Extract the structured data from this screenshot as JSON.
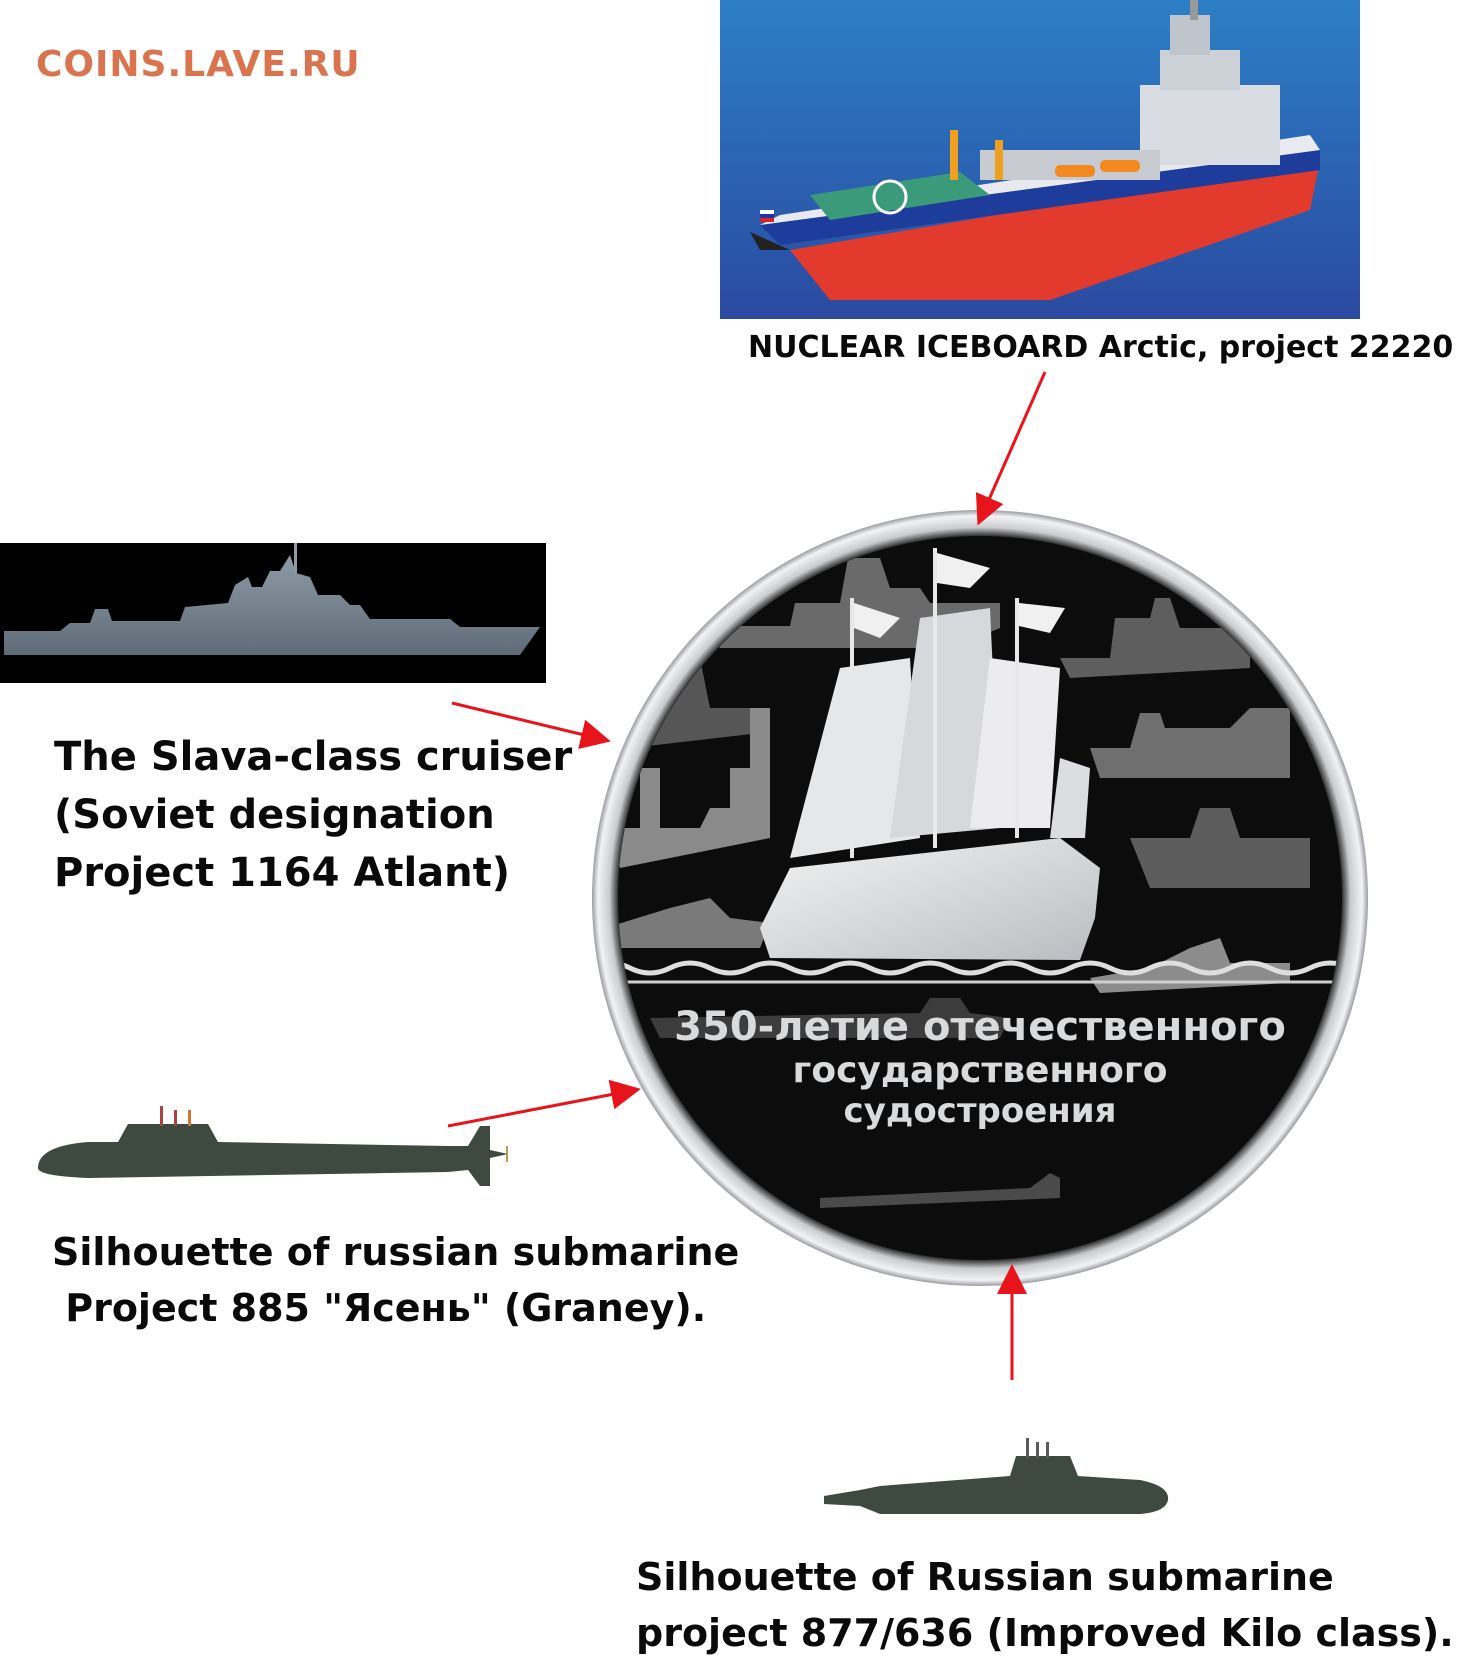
{
  "watermark": "COINS.LAVE.RU",
  "captions": {
    "icebreaker": "NUCLEAR ICEBOARD Arctic, project 22220",
    "slava": [
      "The Slava-class cruiser",
      "(Soviet designation",
      "Project 1164 Atlant)"
    ],
    "yasen": [
      "Silhouette of russian submarine",
      " Project 885 \"Ясень\" (Graney)."
    ],
    "kilo": [
      "Silhouette of Russian submarine",
      "project 877/636 (Improved Kilo class)."
    ]
  },
  "coin": {
    "inscription": [
      "350-летие отечественного",
      "государственного",
      "судостроения"
    ]
  },
  "colors": {
    "watermark": "#d9744f",
    "arrow": "#e8141b",
    "coin_field": "#0c0c0c",
    "submarine": "#3e4a40"
  }
}
